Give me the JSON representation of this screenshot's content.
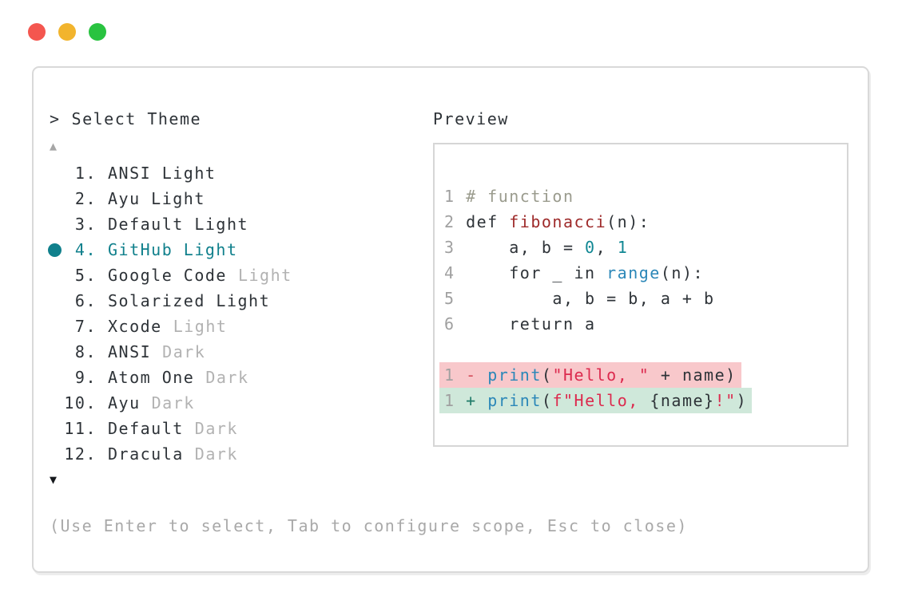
{
  "window": {
    "traffic_lights": [
      {
        "icon": "close-circle",
        "color": "#f4564f"
      },
      {
        "icon": "minimize-circle",
        "color": "#f2b42d"
      },
      {
        "icon": "zoom-circle",
        "color": "#29c340"
      }
    ]
  },
  "palette": {
    "prompt": ">",
    "title": "Select Theme",
    "scroll_up_glyph": "▲",
    "scroll_down_glyph": "▼",
    "items": [
      {
        "number": " 1.",
        "name": "ANSI Light",
        "suffix": "",
        "selected": false
      },
      {
        "number": " 2.",
        "name": "Ayu Light",
        "suffix": "",
        "selected": false
      },
      {
        "number": " 3.",
        "name": "Default Light",
        "suffix": "",
        "selected": false
      },
      {
        "number": " 4.",
        "name": "GitHub Light",
        "suffix": "",
        "selected": true
      },
      {
        "number": " 5.",
        "name": "Google Code",
        "suffix": "Light",
        "selected": false
      },
      {
        "number": " 6.",
        "name": "Solarized Light",
        "suffix": "",
        "selected": false
      },
      {
        "number": " 7.",
        "name": "Xcode",
        "suffix": "Light",
        "selected": false
      },
      {
        "number": " 8.",
        "name": "ANSI",
        "suffix": "Dark",
        "selected": false
      },
      {
        "number": " 9.",
        "name": "Atom One",
        "suffix": "Dark",
        "selected": false
      },
      {
        "number": "10.",
        "name": "Ayu",
        "suffix": "Dark",
        "selected": false
      },
      {
        "number": "11.",
        "name": "Default",
        "suffix": "Dark",
        "selected": false
      },
      {
        "number": "12.",
        "name": "Dracula",
        "suffix": "Dark",
        "selected": false
      }
    ],
    "footer": "(Use Enter to select, Tab to configure scope, Esc to close)"
  },
  "preview": {
    "label": "Preview",
    "lines": [
      {
        "type": "code",
        "tokens": [
          {
            "t": "1 ",
            "c": "ln"
          },
          {
            "t": "# function",
            "c": "cm"
          }
        ]
      },
      {
        "type": "code",
        "tokens": [
          {
            "t": "2 ",
            "c": "ln"
          },
          {
            "t": "def ",
            "c": "p"
          },
          {
            "t": "fibonacci",
            "c": "fn"
          },
          {
            "t": "(n):",
            "c": "p"
          }
        ]
      },
      {
        "type": "code",
        "tokens": [
          {
            "t": "3 ",
            "c": "ln"
          },
          {
            "t": "    a, b = ",
            "c": "p"
          },
          {
            "t": "0",
            "c": "nb"
          },
          {
            "t": ", ",
            "c": "p"
          },
          {
            "t": "1",
            "c": "nb"
          }
        ]
      },
      {
        "type": "code",
        "tokens": [
          {
            "t": "4 ",
            "c": "ln"
          },
          {
            "t": "    for _ in ",
            "c": "p"
          },
          {
            "t": "range",
            "c": "bi"
          },
          {
            "t": "(n):",
            "c": "p"
          }
        ]
      },
      {
        "type": "code",
        "tokens": [
          {
            "t": "5 ",
            "c": "ln"
          },
          {
            "t": "        a, b = b, a + b",
            "c": "p"
          }
        ]
      },
      {
        "type": "code",
        "tokens": [
          {
            "t": "6 ",
            "c": "ln"
          },
          {
            "t": "    return a",
            "c": "p"
          }
        ]
      },
      {
        "type": "blank",
        "tokens": []
      },
      {
        "type": "diff-deleted",
        "tokens": [
          {
            "t": "1 ",
            "c": "ln"
          },
          {
            "t": "- ",
            "c": "dm"
          },
          {
            "t": "print",
            "c": "bi"
          },
          {
            "t": "(",
            "c": "p"
          },
          {
            "t": "\"Hello, \"",
            "c": "st"
          },
          {
            "t": " + name)",
            "c": "p"
          }
        ]
      },
      {
        "type": "diff-added",
        "tokens": [
          {
            "t": "1 ",
            "c": "ln"
          },
          {
            "t": "+ ",
            "c": "im"
          },
          {
            "t": "print",
            "c": "bi"
          },
          {
            "t": "(",
            "c": "p"
          },
          {
            "t": "f\"Hello, ",
            "c": "st"
          },
          {
            "t": "{name}",
            "c": "p"
          },
          {
            "t": "!\"",
            "c": "st"
          },
          {
            "t": ")",
            "c": "p"
          }
        ]
      }
    ]
  },
  "colors": {
    "accent_teal": "#10808c",
    "diff_deleted_bg": "#f8c8cb",
    "diff_added_bg": "#cfe8da",
    "string_red": "#dc2a4e",
    "builtin_blue": "#2b87b8",
    "function_red": "#9e2a2a",
    "number_teal": "#108793",
    "comment_gray": "#9a9b8d",
    "muted_gray": "#b2b2b2",
    "panel_border": "#d9d9d9"
  }
}
